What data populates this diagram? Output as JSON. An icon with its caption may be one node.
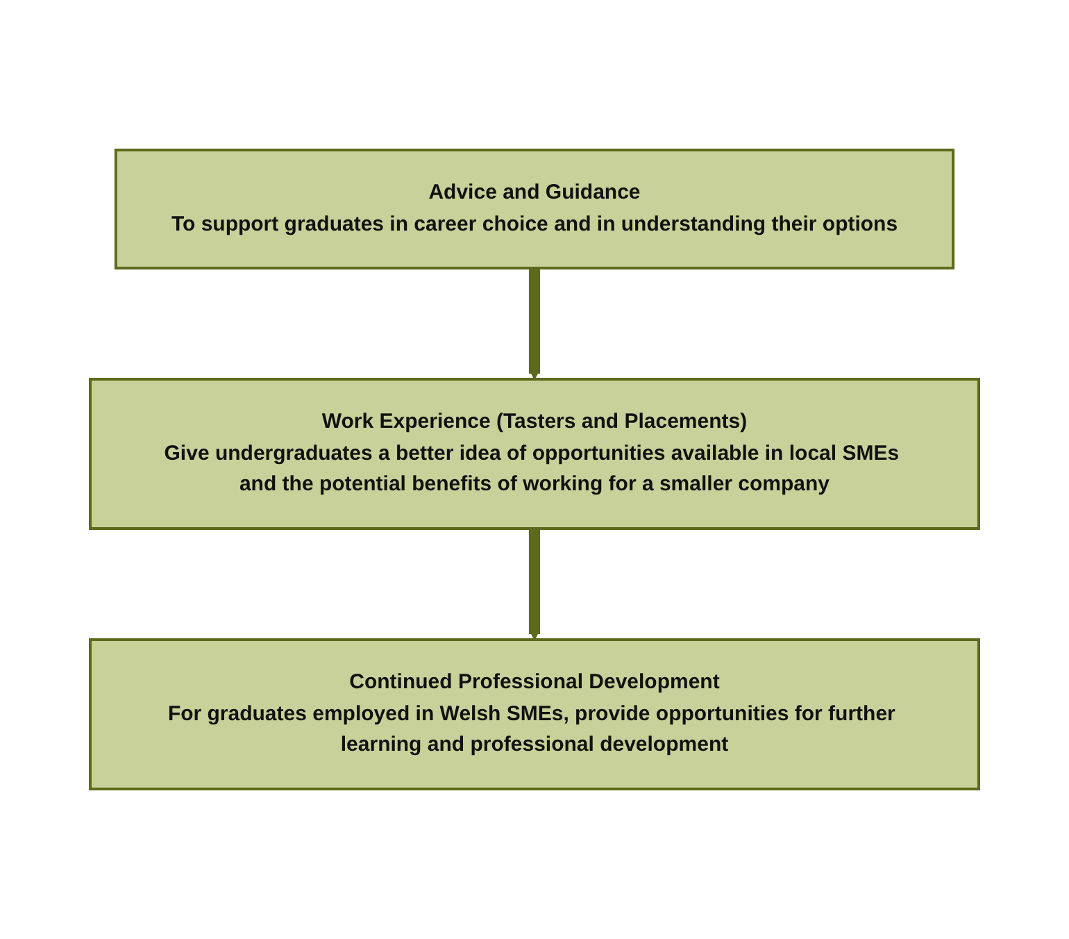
{
  "diagram": {
    "nodes": [
      {
        "text": [
          "Advice and Guidance",
          "To support graduates in career choice and in understanding their options"
        ]
      },
      {
        "text": [
          "Work Experience (Tasters and Placements)",
          "Give undergraduates a better idea of opportunities available in local SMEs and the potential benefits of working for a smaller company"
        ]
      },
      {
        "text": [
          "Continued Professional Development",
          "For graduates employed in Welsh SMEs, provide opportunities for further learning and professional development"
        ]
      }
    ],
    "edges": [
      {
        "from": 0,
        "to": 1,
        "arrow": "to"
      },
      {
        "from": 1,
        "to": 2,
        "arrow": "to"
      }
    ]
  }
}
